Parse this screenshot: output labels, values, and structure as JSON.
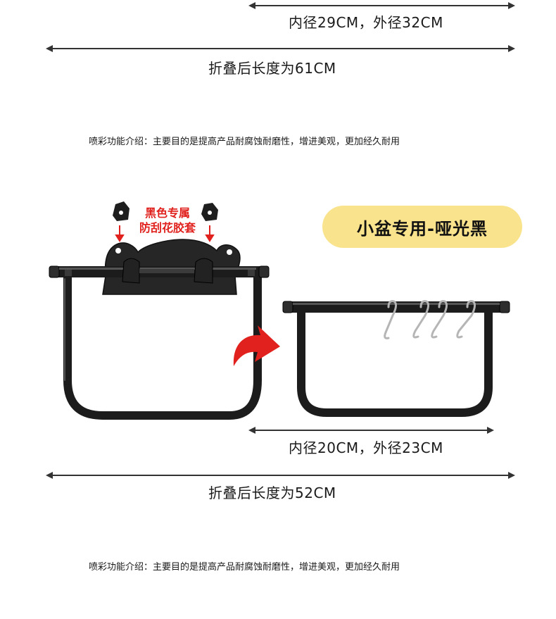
{
  "top": {
    "inner_outer": "内径29CM，外径32CM",
    "folded_length": "折叠后长度为61CM",
    "note": "喷彩功能介绍：主要目的是提高产品耐腐蚀耐磨性，增进美观，更加经久耐用"
  },
  "middle": {
    "badge": "小盆专用-哑光黑",
    "cap_label_line1": "黑色专属",
    "cap_label_line2": "防刮花胶套"
  },
  "bottom": {
    "inner_outer": "内径20CM，外径23CM",
    "folded_length": "折叠后长度为52CM",
    "note": "喷彩功能介绍：主要目的是提高产品耐腐蚀耐磨性，增进美观，更加经久耐用"
  },
  "colors": {
    "badge_bg": "#f9e38c",
    "accent_red": "#e0211d",
    "rack_black": "#1c1c1c"
  }
}
